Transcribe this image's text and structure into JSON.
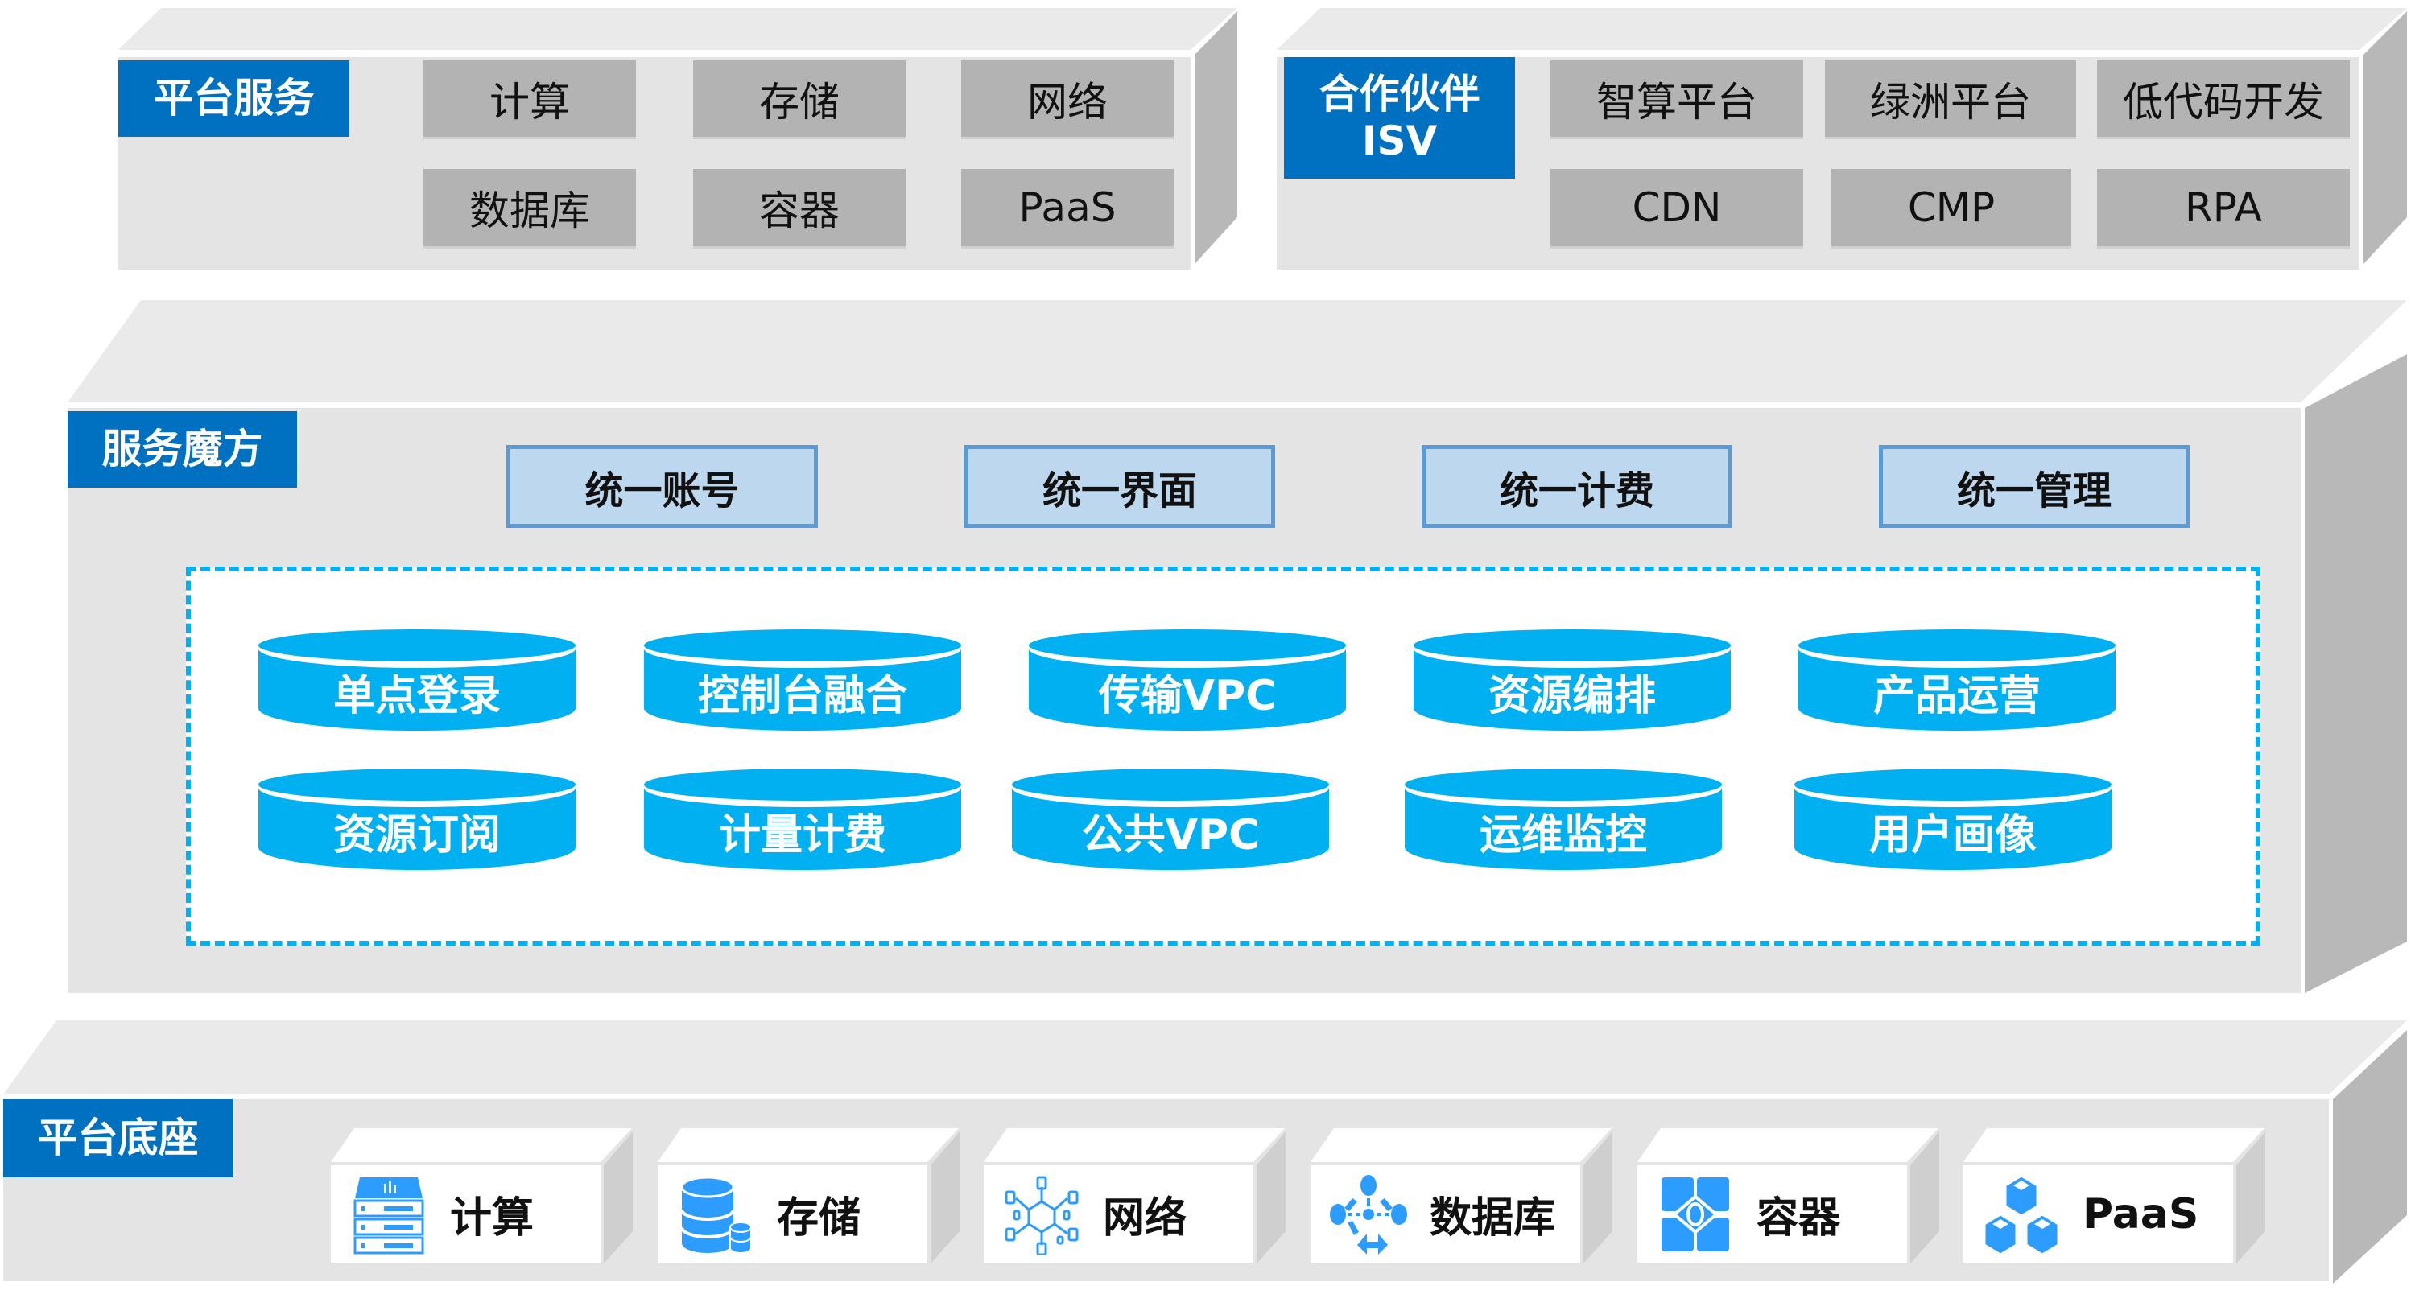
{
  "colors": {
    "label_blue": "#0070C0",
    "tile_grey": "#B3B3B3",
    "panel_front": "#E4E4E4",
    "panel_top": "#EAEAEA",
    "panel_side": "#B8B8B8",
    "unify_fill": "#BDD7EE",
    "unify_border": "#5B9BD5",
    "cylinder": "#00B0F0",
    "icon_blue": "#2D9CFF"
  },
  "platform_services": {
    "label": "平台服务",
    "items": [
      "计算",
      "存储",
      "网络",
      "数据库",
      "容器",
      "PaaS"
    ]
  },
  "partners": {
    "label_line1": "合作伙伴",
    "label_line2": "ISV",
    "items": [
      "智算平台",
      "绿洲平台",
      "低代码开发",
      "CDN",
      "CMP",
      "RPA"
    ]
  },
  "service_cube": {
    "label": "服务魔方",
    "unified": [
      "统一账号",
      "统一界面",
      "统一计费",
      "统一管理"
    ],
    "capabilities_row1": [
      "单点登录",
      "控制台融合",
      "传输VPC",
      "资源编排",
      "产品运营"
    ],
    "capabilities_row2": [
      "资源订阅",
      "计量计费",
      "公共VPC",
      "运维监控",
      "用户画像"
    ]
  },
  "platform_base": {
    "label": "平台底座",
    "items": [
      {
        "label": "计算",
        "icon": "server-rack-icon"
      },
      {
        "label": "存储",
        "icon": "database-storage-icon"
      },
      {
        "label": "网络",
        "icon": "network-topology-icon"
      },
      {
        "label": "数据库",
        "icon": "data-flow-icon"
      },
      {
        "label": "容器",
        "icon": "container-icon"
      },
      {
        "label": "PaaS",
        "icon": "cubes-icon"
      }
    ]
  }
}
